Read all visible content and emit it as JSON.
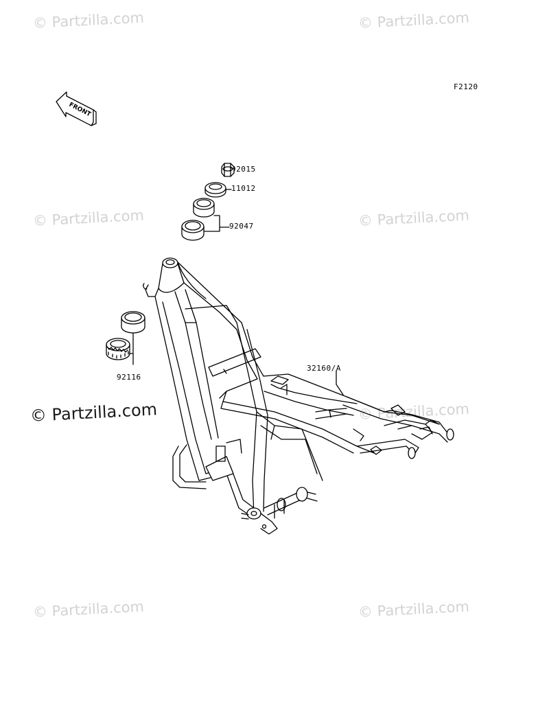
{
  "figure_code": "F2120",
  "front_label": "FRONT",
  "watermarks": {
    "text": "© Partzilla.com",
    "color": "#d3d3d3",
    "dark_color": "#1a1a1a"
  },
  "callouts": {
    "c92015": "92015",
    "c11012": "11012",
    "c92047": "92047",
    "c92116": "92116",
    "c32160": "32160/A"
  },
  "line_color": "#000000"
}
